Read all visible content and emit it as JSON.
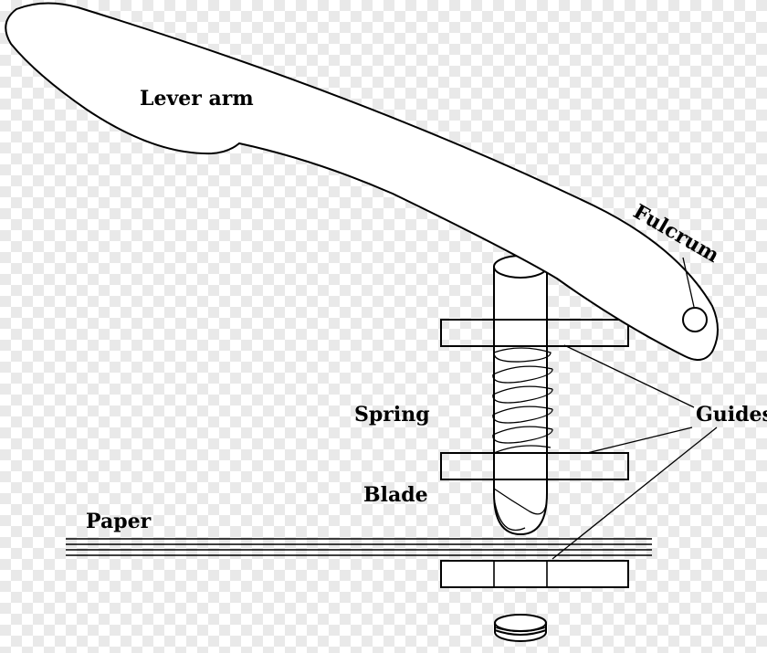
{
  "labels": {
    "lever_arm": "Lever arm",
    "fulcrum": "Fulcrum",
    "spring": "Spring",
    "guides": "Guides",
    "blade": "Blade",
    "paper": "Paper"
  },
  "colors": {
    "stroke": "#000000",
    "fill": "#ffffff",
    "checker": "#e9e9e9"
  }
}
